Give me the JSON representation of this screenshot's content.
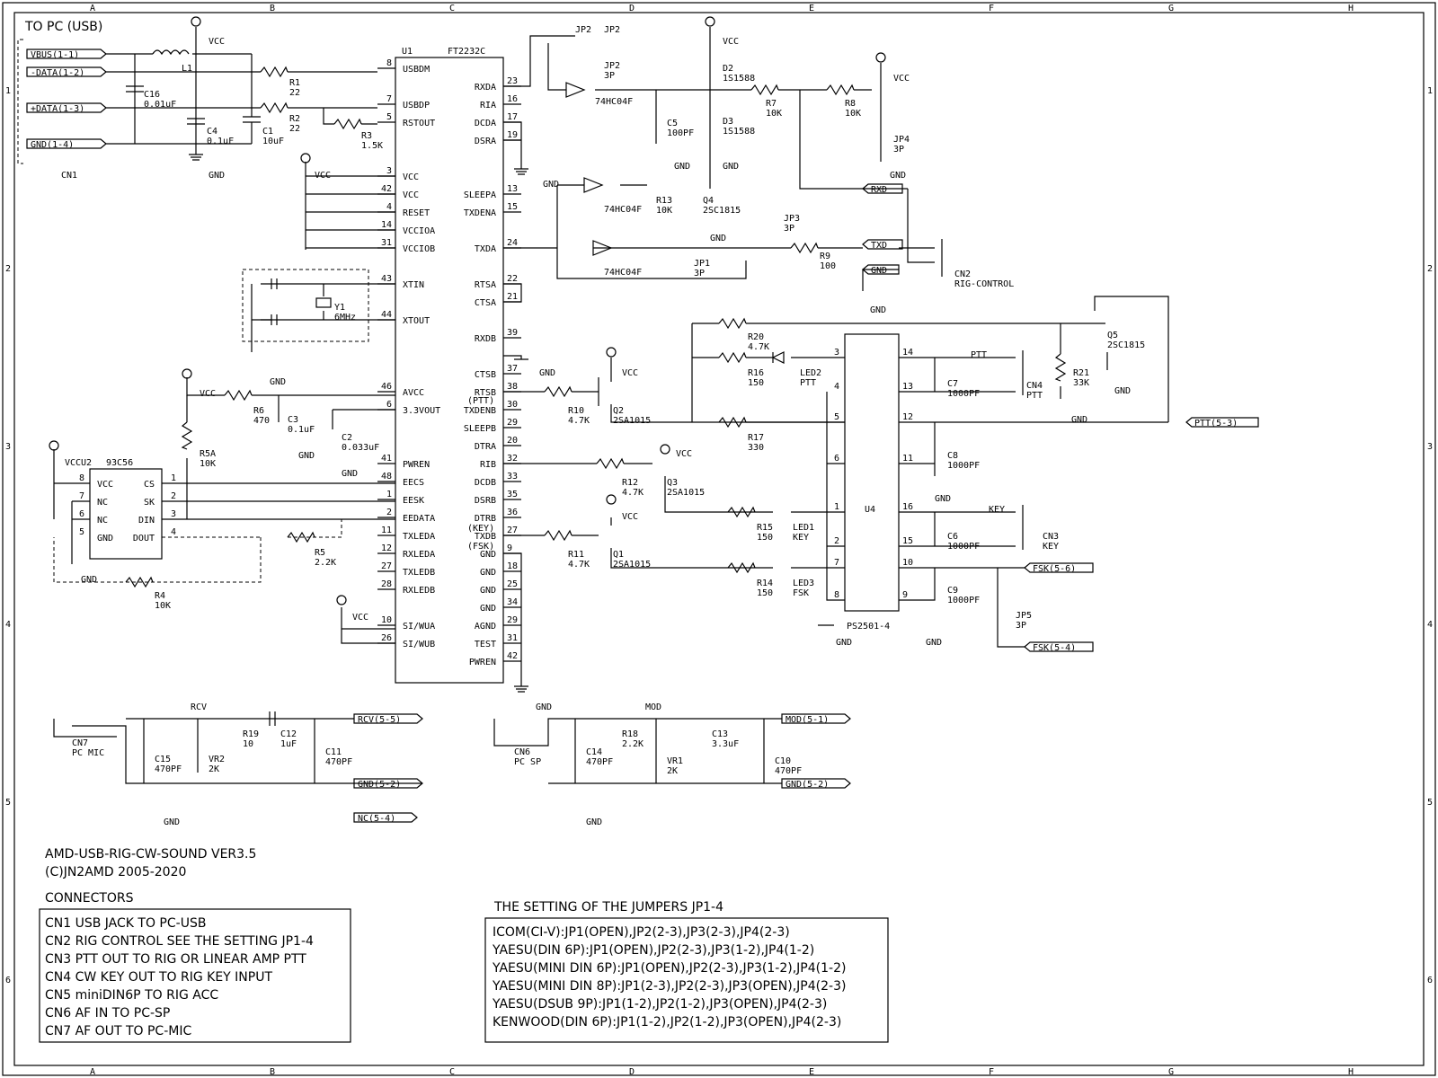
{
  "sheet": {
    "columns": [
      "A",
      "B",
      "C",
      "D",
      "E",
      "F",
      "G",
      "H"
    ],
    "rows": [
      "1",
      "2",
      "3",
      "4",
      "5",
      "6"
    ],
    "usb_section_label": "TO PC (USB)"
  },
  "usb": {
    "connector_name": "CN1",
    "nets": [
      "VBUS(1-1)",
      "-DATA(1-2)",
      "+DATA(1-3)",
      "GND(1-4)"
    ],
    "vcc": "VCC",
    "gnd": "GND",
    "inductor": "L1",
    "c16": [
      "C16",
      "0.01uF"
    ],
    "c4": [
      "C4",
      "0.1uF"
    ],
    "c1": [
      "C1",
      "10uF"
    ],
    "r1": [
      "R1",
      "22"
    ],
    "r2": [
      "R2",
      "22"
    ],
    "r3": [
      "R3",
      "1.5K"
    ]
  },
  "u1": {
    "ref": "U1",
    "part": "FT2232C",
    "left_pins": [
      [
        "8",
        "USBDM"
      ],
      [
        "7",
        "USBDP"
      ],
      [
        "5",
        "RSTOUT"
      ],
      [
        "3",
        "VCC"
      ],
      [
        "42",
        "VCC"
      ],
      [
        "4",
        "RESET"
      ],
      [
        "14",
        "VCCIOA"
      ],
      [
        "31",
        "VCCIOB"
      ],
      [
        "43",
        "XTIN"
      ],
      [
        "44",
        "XTOUT"
      ],
      [
        "46",
        "AVCC"
      ],
      [
        "6",
        "3.3VOUT"
      ],
      [
        "41",
        "PWREN"
      ],
      [
        "48",
        "EECS"
      ],
      [
        "1",
        "EESK"
      ],
      [
        "2",
        "EEDATA"
      ],
      [
        "11",
        "TXLEDA"
      ],
      [
        "12",
        "RXLEDA"
      ],
      [
        "27",
        "TXLEDB"
      ],
      [
        "28",
        "RXLEDB"
      ],
      [
        "10",
        "SI/WUA"
      ],
      [
        "26",
        "SI/WUB"
      ]
    ],
    "right_pins": [
      [
        "23",
        "RXDA"
      ],
      [
        "16",
        "RIA"
      ],
      [
        "17",
        "DCDA"
      ],
      [
        "19",
        "DSRA"
      ],
      [
        "13",
        "SLEEPA"
      ],
      [
        "15",
        "TXDENA"
      ],
      [
        "24",
        "TXDA"
      ],
      [
        "22",
        "RTSA"
      ],
      [
        "21",
        "CTSA"
      ],
      [
        "39",
        "RXDB"
      ],
      [
        "37",
        "CTSB"
      ],
      [
        "38",
        "RTSB"
      ],
      [
        "30",
        "TXDENB"
      ],
      [
        "29",
        "SLEEPB"
      ],
      [
        "20",
        "DTRA"
      ],
      [
        "32",
        "RIB"
      ],
      [
        "33",
        "DCDB"
      ],
      [
        "35",
        "DSRB"
      ],
      [
        "36",
        "DTRB"
      ],
      [
        "27",
        "TXDB"
      ],
      [
        "9",
        "GND"
      ],
      [
        "18",
        "GND"
      ],
      [
        "25",
        "GND"
      ],
      [
        "34",
        "GND"
      ],
      [
        "29",
        "AGND"
      ],
      [
        "31",
        "TEST"
      ],
      [
        "42",
        "PWREN"
      ]
    ],
    "pin_notes": [
      "(PTT)",
      "(KEY)",
      "(FSK)"
    ]
  },
  "crystal": {
    "ref": "Y1",
    "value": "6MHz"
  },
  "power": {
    "r6": [
      "R6",
      "470"
    ],
    "c3": [
      "C3",
      "0.1uF"
    ],
    "c2": [
      "C2",
      "0.033uF"
    ]
  },
  "eeprom": {
    "ref": "U2",
    "part": "93C56",
    "left_pins": [
      [
        "8",
        "VCC"
      ],
      [
        "7",
        "NC"
      ],
      [
        "6",
        "NC"
      ],
      [
        "5",
        "GND"
      ]
    ],
    "right_pins": [
      [
        "1",
        "CS"
      ],
      [
        "2",
        "SK"
      ],
      [
        "3",
        "DIN"
      ],
      [
        "4",
        "DOUT"
      ]
    ],
    "r5a": [
      "R5A",
      "10K"
    ],
    "r5": [
      "R5",
      "2.2K"
    ],
    "r4": [
      "R4",
      "10K"
    ]
  },
  "rig_control": {
    "u3_part": "74HC04F",
    "jp2": [
      "JP2",
      "3P"
    ],
    "jp3": [
      "JP3",
      "3P"
    ],
    "jp1": [
      "JP1",
      "3P"
    ],
    "jp4": [
      "JP4",
      "3P"
    ],
    "d2": [
      "D2",
      "1S1588"
    ],
    "d3": [
      "D3",
      "1S1588"
    ],
    "c5": [
      "C5",
      "100PF"
    ],
    "r7": [
      "R7",
      "10K"
    ],
    "r8": [
      "R8",
      "10K"
    ],
    "r13": [
      "R13",
      "10K"
    ],
    "r9": [
      "R9",
      "100"
    ],
    "q4": [
      "Q4",
      "2SC1815"
    ],
    "nets": [
      "RXD",
      "TXD",
      "GND"
    ],
    "connector": [
      "CN2",
      "RIG-CONTROL"
    ]
  },
  "outputs": {
    "q2": [
      "Q2",
      "2SA1015"
    ],
    "q3": [
      "Q3",
      "2SA1015"
    ],
    "q1": [
      "Q1",
      "2SA1015"
    ],
    "q5": [
      "Q5",
      "2SC1815"
    ],
    "r10": [
      "R10",
      "4.7K"
    ],
    "r12": [
      "R12",
      "4.7K"
    ],
    "r11": [
      "R11",
      "4.7K"
    ],
    "r20": [
      "R20",
      "4.7K"
    ],
    "r16": [
      "R16",
      "150"
    ],
    "r17": [
      "R17",
      "330"
    ],
    "r15": [
      "R15",
      "150"
    ],
    "r14": [
      "R14",
      "150"
    ],
    "r21": [
      "R21",
      "33K"
    ],
    "led2": [
      "LED2",
      "PTT"
    ],
    "led1": [
      "LED1",
      "KEY"
    ],
    "led3": [
      "LED3",
      "FSK"
    ],
    "u4": [
      "U4",
      "PS2501-4"
    ],
    "u4_left_pins": [
      "3",
      "4",
      "5",
      "6",
      "1",
      "2",
      "7",
      "8"
    ],
    "u4_right_pins": [
      "14",
      "13",
      "12",
      "11",
      "16",
      "15",
      "10",
      "9"
    ],
    "c7": [
      "C7",
      "1000PF"
    ],
    "c8": [
      "C8",
      "1000PF"
    ],
    "c6": [
      "C6",
      "1000PF"
    ],
    "c9": [
      "C9",
      "1000PF"
    ],
    "cn4": [
      "CN4",
      "PTT"
    ],
    "cn3": [
      "CN3",
      "KEY"
    ],
    "jp5": [
      "JP5",
      "3P"
    ],
    "nets": [
      "PTT",
      "KEY",
      "PTT(5-3)",
      "FSK(5-6)",
      "FSK(5-4)"
    ]
  },
  "audio": {
    "rcv_label": "RCV",
    "mod_label": "MOD",
    "cn7": [
      "CN7",
      "PC MIC"
    ],
    "cn6": [
      "CN6",
      "PC SP"
    ],
    "c15": [
      "C15",
      "470PF"
    ],
    "vr2": [
      "VR2",
      "2K"
    ],
    "r19": [
      "R19",
      "10"
    ],
    "c12": [
      "C12",
      "1uF"
    ],
    "c11": [
      "C11",
      "470PF"
    ],
    "c14": [
      "C14",
      "470PF"
    ],
    "r18": [
      "R18",
      "2.2K"
    ],
    "vr1": [
      "VR1",
      "2K"
    ],
    "c13": [
      "C13",
      "3.3uF"
    ],
    "c10": [
      "C10",
      "470PF"
    ],
    "nets": [
      "RCV(5-5)",
      "GND(5-2)",
      "NC(5-4)",
      "MOD(5-1)",
      "GND(5-2)"
    ]
  },
  "title_block": {
    "title": "AMD-USB-RIG-CW-SOUND VER3.5",
    "copyright": "(C)JN2AMD 2005-2020",
    "connectors_heading": "CONNECTORS",
    "connectors": [
      "CN1 USB JACK  TO PC-USB",
      "CN2 RIG CONTROL  SEE THE SETTING JP1-4",
      "CN3 PTT OUT       TO RIG OR LINEAR AMP PTT",
      "CN4 CW KEY OUT   TO RIG KEY INPUT",
      "CN5 miniDIN6P    TO RIG ACC",
      "CN6 AF IN          TO PC-SP",
      "CN7 AF OUT         TO PC-MIC"
    ],
    "jumpers_heading": "THE SETTING OF THE JUMPERS JP1-4",
    "jumpers": [
      "ICOM(CI-V):JP1(OPEN),JP2(2-3),JP3(2-3),JP4(2-3)",
      "YAESU(DIN 6P):JP1(OPEN),JP2(2-3),JP3(1-2),JP4(1-2)",
      "YAESU(MINI DIN 6P):JP1(OPEN),JP2(2-3),JP3(1-2),JP4(1-2)",
      "YAESU(MINI DIN 8P):JP1(2-3),JP2(2-3),JP3(OPEN),JP4(2-3)",
      "YAESU(DSUB 9P):JP1(1-2),JP2(1-2),JP3(OPEN),JP4(2-3)",
      "KENWOOD(DIN 6P):JP1(1-2),JP2(1-2),JP3(OPEN),JP4(2-3)"
    ]
  }
}
